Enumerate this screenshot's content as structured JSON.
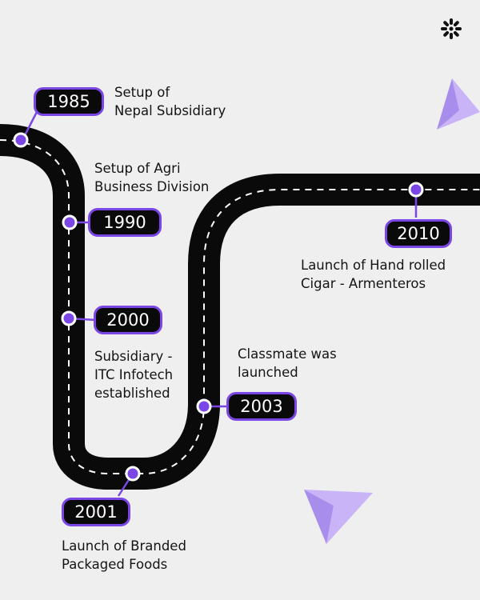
{
  "colors": {
    "background": "#efefef",
    "road": "#0a0a0a",
    "road_dash": "#ffffff",
    "accent": "#7a47e6",
    "arrow_light": "#c8b4f6",
    "text": "#141414"
  },
  "icons": {
    "logo": "sparkle-burst-icon",
    "arrows": "paper-plane-arrow-icon"
  },
  "milestones": [
    {
      "year": "1985",
      "text": "Setup of\nNepal Subsidiary"
    },
    {
      "year": "1990",
      "text": "Setup of Agri\nBusiness Division"
    },
    {
      "year": "2000",
      "text": "Subsidiary  -\nITC Infotech\nestablished"
    },
    {
      "year": "2001",
      "text": "Launch of Branded\nPackaged Foods"
    },
    {
      "year": "2003",
      "text": "Classmate was\nlaunched"
    },
    {
      "year": "2010",
      "text": "Launch of Hand rolled\nCigar - Armenteros"
    }
  ]
}
